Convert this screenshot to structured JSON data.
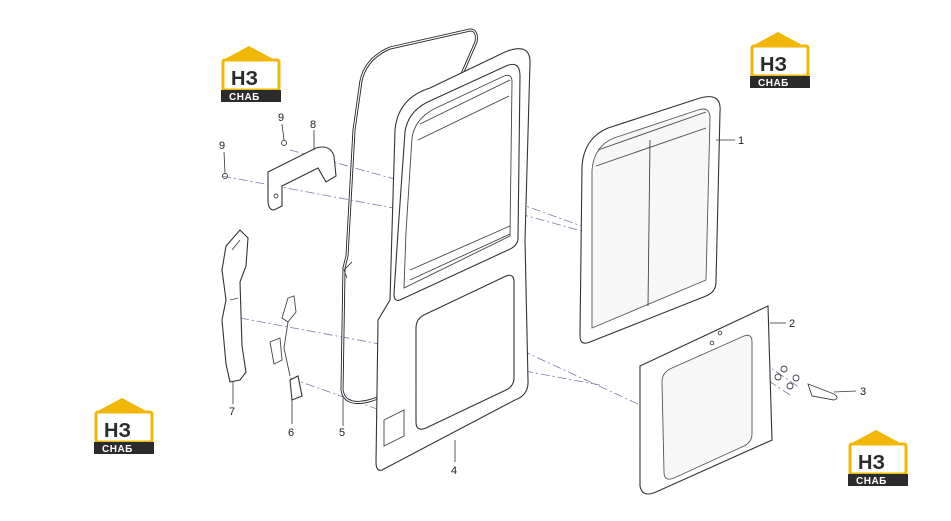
{
  "callouts": {
    "c1": "1",
    "c2": "2",
    "c3": "3",
    "c4": "4",
    "c5": "5",
    "c6": "6",
    "c7": "7",
    "c8": "8",
    "c9a": "9",
    "c9b": "9"
  },
  "logo": {
    "top_text": "НЗ",
    "bottom_text": "СНАБ",
    "accent_color": "#f2b705",
    "dark_color": "#2b2b2b"
  }
}
